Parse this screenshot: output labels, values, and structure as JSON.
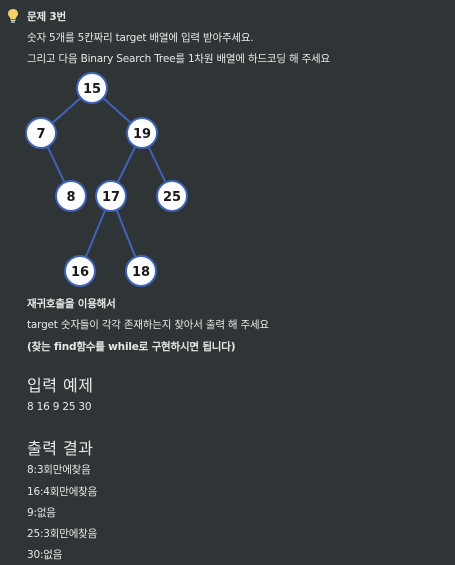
{
  "callout": {
    "icon": "lightbulb-icon",
    "title": "문제 3번",
    "line1": "숫자 5개를 5칸짜리 target 배열에 입력 받아주세요.",
    "line2": "그리고 다음 Binary Search Tree를 1차원 배열에 하드코딩 해 주세요"
  },
  "tree": {
    "nodes": [
      "15",
      "7",
      "19",
      "8",
      "17",
      "25",
      "16",
      "18"
    ]
  },
  "instructions": {
    "line1": "재귀호출을 이용해서",
    "line2": "target 숫자들이 각각 존재하는지 찾아서 출력 해 주세요",
    "line3": "(찾는 find함수를 while로 구현하시면 됩니다)"
  },
  "input_example": {
    "heading": "입력 예제",
    "value": "8 16 9 25 30"
  },
  "output_result": {
    "heading": "출력 결과",
    "lines": [
      "8:3회만에찾음",
      "16:4회만에찾음",
      "9:없음",
      "25:3회만에찾음",
      "30:없음"
    ]
  },
  "colors": {
    "background": "#2f3437",
    "tree_edge": "#3f63b8",
    "node_fill": "#ffffff"
  }
}
